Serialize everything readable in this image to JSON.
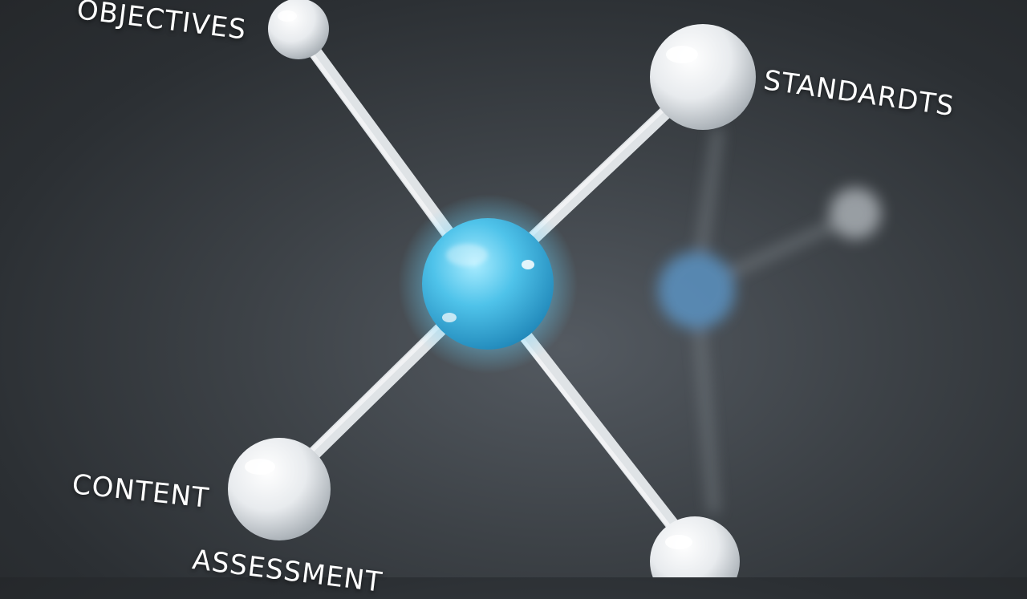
{
  "nodes": {
    "objectives": "OBJECTIVES",
    "standards": "STANDARDTS",
    "content": "CONTENT",
    "assessment": "ASSESSMENT"
  },
  "colors": {
    "hub": "#4fc3ea",
    "hub_glow": "#6fd8ff",
    "sphere": "#f2f4f6",
    "connector": "#d9dde0",
    "background": "#3d4247"
  }
}
